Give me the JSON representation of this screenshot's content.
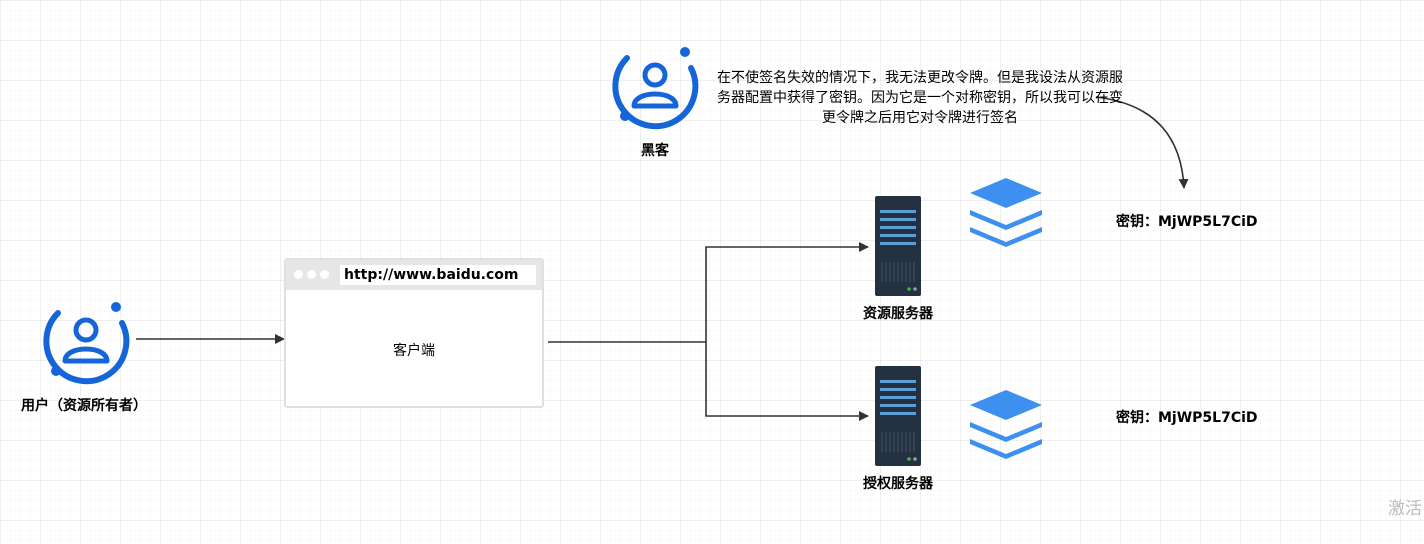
{
  "nodes": {
    "user_label": "用户（资源所有者）",
    "hacker_label": "黑客",
    "client_url": "http://www.baidu.com",
    "client_label": "客户端",
    "resource_server_label": "资源服务器",
    "auth_server_label": "授权服务器"
  },
  "hacker_note": "在不使签名失效的情况下，我无法更改令牌。但是我设法从资源服务器配置中获得了密钥。因为它是一个对称密钥，所以我可以在变更令牌之后用它对令牌进行签名",
  "keys": {
    "resource_key": "密钥：MjWP5L7CiD",
    "auth_key": "密钥：MjWP5L7CiD"
  },
  "watermark": "激活",
  "icons": {
    "actor": "person-circle-icon",
    "server": "server-rack-icon",
    "key_stack": "layers-icon"
  },
  "colors": {
    "actor_blue": "#1565d8",
    "server_dark": "#233140",
    "server_accent": "#5a9fd4",
    "stack_blue": "#3d8ff0",
    "connector": "#333333"
  }
}
